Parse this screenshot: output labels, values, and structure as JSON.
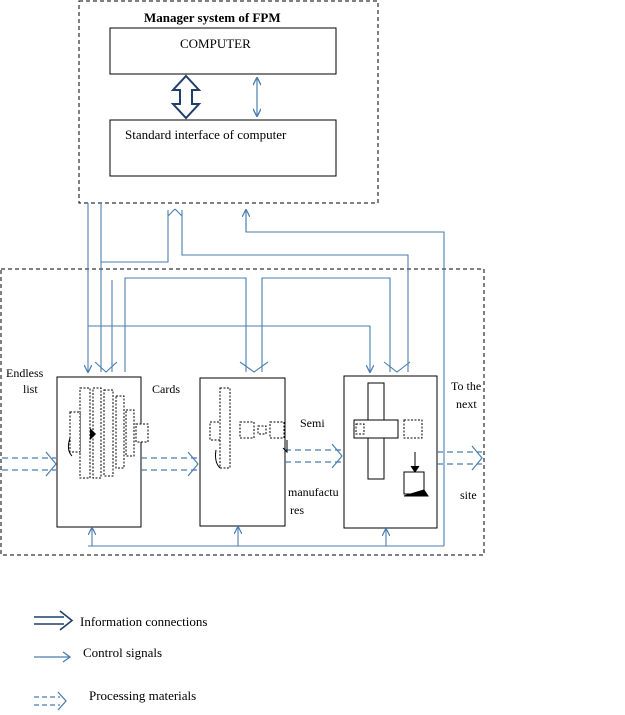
{
  "manager_system": {
    "title": "Manager system of FPM",
    "computer_label": "COMPUTER",
    "interface_label": "Standard interface  of computer"
  },
  "site": {
    "input_label_line1": "Endless",
    "input_label_line2": "list",
    "cards_label": "Cards",
    "semi_label": "Semi",
    "manufactures_line1": "manufactu",
    "manufactures_line2": "res",
    "output_label_line1": "To the",
    "output_label_line2": "next",
    "output_label_line3": "site"
  },
  "legend": {
    "information_connections": "Information  connections",
    "control_signals": "Control  signals",
    "processing_materials": "Processing  materials"
  },
  "colors": {
    "line_blue": "#4a7eb0",
    "border": "#000000"
  }
}
